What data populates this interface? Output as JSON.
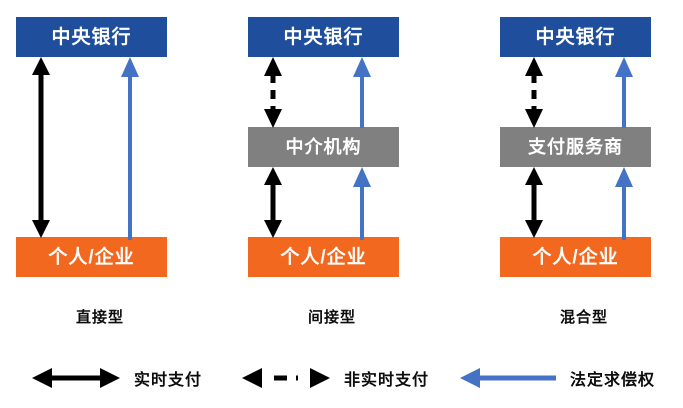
{
  "diagram": {
    "title_present": false,
    "colors": {
      "central_bank_box": "#1F4E9C",
      "intermediary_box": "#808080",
      "user_box": "#F3681F",
      "realtime_arrow": "#000000",
      "non_realtime_arrow": "#000000",
      "legal_claim_arrow": "#4472C4",
      "text_on_box": "#FFFFFF",
      "label_text": "#0D0D0D",
      "background": "#FFFFFF"
    },
    "columns": [
      {
        "id": "direct",
        "type_label": "直接型",
        "nodes": [
          {
            "id": "central-bank",
            "label": "中央银行",
            "role": "central-bank"
          },
          {
            "id": "user",
            "label": "个人/企业",
            "role": "user"
          }
        ],
        "connections": [
          {
            "from": "user",
            "to": "central-bank",
            "style": "double-solid-black",
            "meaning": "实时支付"
          },
          {
            "from": "user",
            "to": "central-bank",
            "style": "single-blue-up",
            "meaning": "法定求偿权"
          }
        ]
      },
      {
        "id": "indirect",
        "type_label": "间接型",
        "nodes": [
          {
            "id": "central-bank",
            "label": "中央银行",
            "role": "central-bank"
          },
          {
            "id": "intermediary",
            "label": "中介机构",
            "role": "intermediary"
          },
          {
            "id": "user",
            "label": "个人/企业",
            "role": "user"
          }
        ],
        "connections": [
          {
            "from": "intermediary",
            "to": "central-bank",
            "style": "double-dashed-black",
            "meaning": "非实时支付"
          },
          {
            "from": "intermediary",
            "to": "central-bank",
            "style": "single-blue-up",
            "meaning": "法定求偿权"
          },
          {
            "from": "user",
            "to": "intermediary",
            "style": "double-solid-black",
            "meaning": "实时支付"
          },
          {
            "from": "user",
            "to": "intermediary",
            "style": "single-blue-up",
            "meaning": "法定求偿权"
          }
        ]
      },
      {
        "id": "hybrid",
        "type_label": "混合型",
        "nodes": [
          {
            "id": "central-bank",
            "label": "中央银行",
            "role": "central-bank"
          },
          {
            "id": "payment-service-provider",
            "label": "支付服务商",
            "role": "intermediary"
          },
          {
            "id": "user",
            "label": "个人/企业",
            "role": "user"
          }
        ],
        "connections": [
          {
            "from": "payment-service-provider",
            "to": "central-bank",
            "style": "double-dashed-black",
            "meaning": "非实时支付"
          },
          {
            "from": "payment-service-provider",
            "to": "central-bank",
            "style": "single-blue-up",
            "meaning": "法定求偿权"
          },
          {
            "from": "user",
            "to": "payment-service-provider",
            "style": "double-solid-black",
            "meaning": "实时支付"
          },
          {
            "from": "user",
            "to": "payment-service-provider",
            "style": "single-blue-up",
            "meaning": "法定求偿权"
          }
        ]
      }
    ],
    "legend": [
      {
        "id": "realtime",
        "glyph": "double-solid-black-arrow-icon",
        "label": "实时支付"
      },
      {
        "id": "non-realtime",
        "glyph": "double-dashed-black-arrow-icon",
        "label": "非实时支付"
      },
      {
        "id": "legal-claim",
        "glyph": "single-blue-left-arrow-icon",
        "label": "法定求偿权"
      }
    ]
  }
}
